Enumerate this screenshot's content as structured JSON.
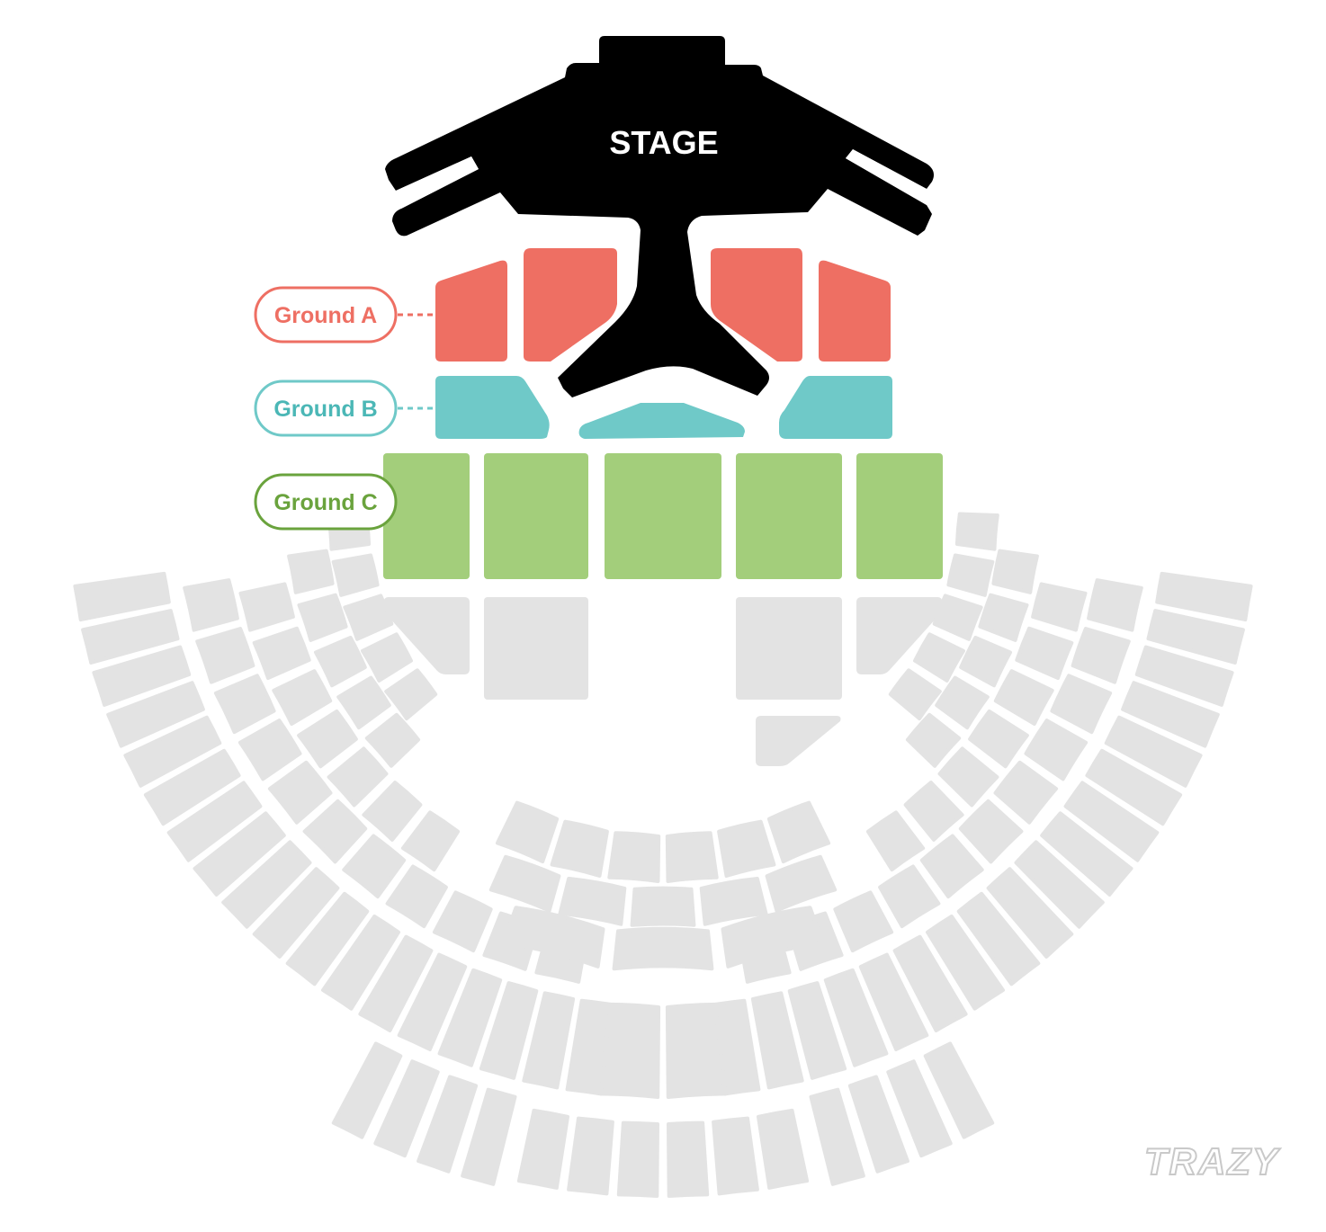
{
  "stage": {
    "label": "STAGE"
  },
  "zones": [
    {
      "key": "ground_a",
      "label": "Ground A",
      "color": "#ee6f63"
    },
    {
      "key": "ground_b",
      "label": "Ground B",
      "color": "#6fc9c8"
    },
    {
      "key": "ground_c",
      "label": "Ground C",
      "color": "#a3ce7b"
    }
  ],
  "colors": {
    "stage": "#000000",
    "unassigned": "#e3e3e3",
    "label_bg": "#ffffff",
    "ground_c_label": "#6aa33d"
  },
  "watermark": "TRAZY"
}
